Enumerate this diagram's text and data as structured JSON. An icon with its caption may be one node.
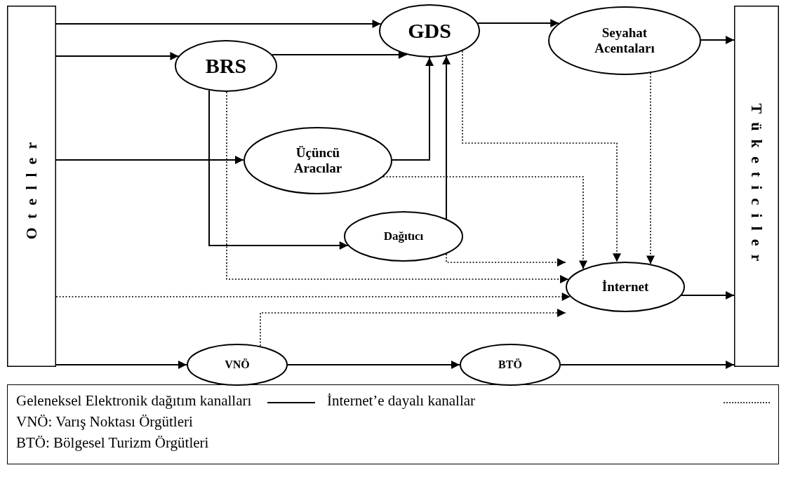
{
  "diagram": {
    "nodes": [
      {
        "text": [
          "Oteller"
        ]
      },
      {
        "text": [
          "GDS"
        ]
      },
      {
        "text": [
          "BRS"
        ]
      },
      {
        "text": [
          "Seyahat Acentaları"
        ]
      },
      {
        "text": [
          "Tüketiciler"
        ]
      },
      {
        "text": [
          "Üçüncü Aracılar"
        ]
      },
      {
        "text": [
          "Dağıtıcı"
        ]
      },
      {
        "text": [
          "İnternet"
        ]
      },
      {
        "text": [
          "VNÖ"
        ]
      },
      {
        "text": [
          "BTÖ"
        ]
      }
    ],
    "edges": [
      {
        "from": 0,
        "to": 1,
        "arrow": "to"
      },
      {
        "from": 0,
        "to": 2,
        "arrow": "to"
      },
      {
        "from": 2,
        "to": 1,
        "arrow": "to"
      },
      {
        "from": 1,
        "to": 3,
        "arrow": "to"
      },
      {
        "from": 3,
        "to": 4,
        "arrow": "to"
      },
      {
        "from": 0,
        "to": 5,
        "arrow": "to"
      },
      {
        "from": 5,
        "to": 1,
        "arrow": "to"
      },
      {
        "from": 6,
        "to": 1,
        "arrow": "to"
      },
      {
        "from": 2,
        "to": 6,
        "arrow": "to"
      },
      {
        "from": 7,
        "to": 4,
        "arrow": "to"
      },
      {
        "from": 0,
        "to": 8,
        "arrow": "to"
      },
      {
        "from": 8,
        "to": 9,
        "arrow": "to"
      },
      {
        "from": 9,
        "to": 4,
        "arrow": "to"
      },
      {
        "from": 5,
        "to": 7,
        "arrow": "to",
        "style": "dashed"
      },
      {
        "from": 1,
        "to": 7,
        "arrow": "to",
        "style": "dashed"
      },
      {
        "from": 3,
        "to": 7,
        "arrow": "to",
        "style": "dashed"
      },
      {
        "from": 6,
        "to": 7,
        "arrow": "to",
        "style": "dashed"
      },
      {
        "from": 2,
        "to": 7,
        "arrow": "to",
        "style": "dashed"
      },
      {
        "from": 0,
        "to": 7,
        "arrow": "to",
        "style": "dashed"
      },
      {
        "from": 8,
        "to": 7,
        "arrow": "to",
        "style": "dashed"
      }
    ],
    "labels": [
      "VNÖ: Varış Noktası Örgütleri",
      "BTÖ: Bölgesel Turizm Örgütleri"
    ],
    "legend": [
      {
        "text": "Geleneksel Elektronik dağıtım kanalları"
      },
      {
        "text": "İnternet’e dayalı kanallar"
      }
    ]
  }
}
